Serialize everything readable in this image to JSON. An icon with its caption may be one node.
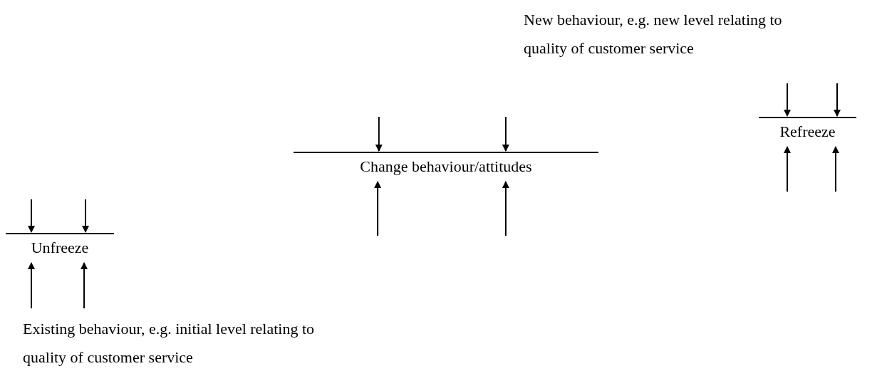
{
  "diagram": {
    "nodes": [
      {
        "text": [
          "Unfreeze"
        ]
      },
      {
        "text": [
          "Change behaviour/attitudes"
        ]
      },
      {
        "text": [
          "Refreeze"
        ]
      }
    ],
    "edges": [
      {
        "from": null,
        "to": 0,
        "arrow": "to"
      },
      {
        "from": null,
        "to": 0,
        "arrow": "to"
      },
      {
        "from": null,
        "to": 0,
        "arrow": "to"
      },
      {
        "from": null,
        "to": 0,
        "arrow": "to"
      },
      {
        "from": null,
        "to": 1,
        "arrow": "to"
      },
      {
        "from": null,
        "to": 1,
        "arrow": "to"
      },
      {
        "from": null,
        "to": 1,
        "arrow": "to"
      },
      {
        "from": null,
        "to": 1,
        "arrow": "to"
      },
      {
        "from": null,
        "to": 2,
        "arrow": "to"
      },
      {
        "from": null,
        "to": 2,
        "arrow": "to"
      },
      {
        "from": null,
        "to": 2,
        "arrow": "to"
      },
      {
        "from": null,
        "to": 2,
        "arrow": "to"
      }
    ],
    "labels": [
      "New behaviour, e.g. new level relating to quality of customer service",
      "Existing behaviour, e.g. initial level relating to quality of customer service"
    ]
  }
}
